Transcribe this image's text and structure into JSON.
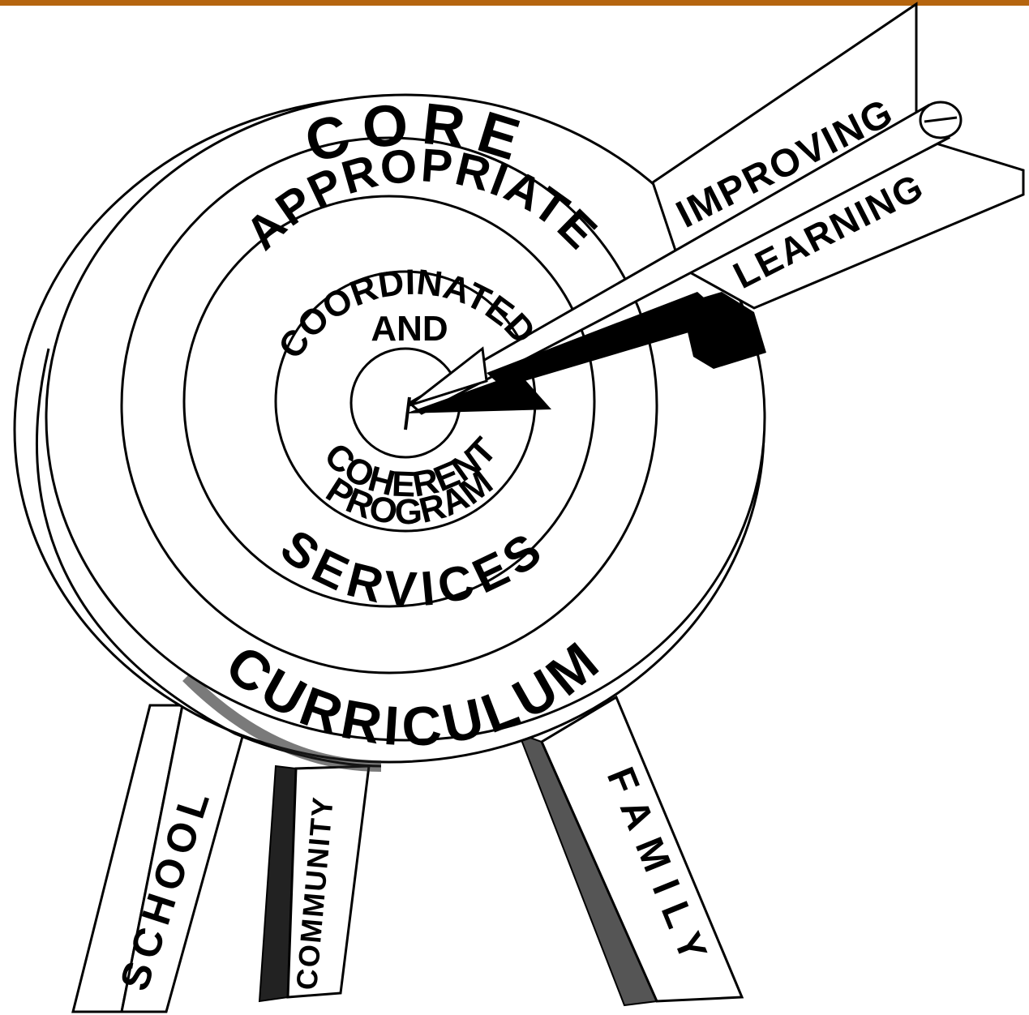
{
  "colors": {
    "top_bar": "#b5650f",
    "ink": "#000000",
    "paper": "#ffffff"
  },
  "rings": {
    "outer": "CORE",
    "second": "APPROPRIATE",
    "third_top": "COORDINATED",
    "third_middle": "AND",
    "third_lower": "COHERENT",
    "third_bottom": "PROGRAM",
    "second_bottom": "SERVICES",
    "outer_bottom": "CURRICULUM"
  },
  "arrow": {
    "fletching_top": "IMPROVING",
    "fletching_bottom": "LEARNING"
  },
  "legs": {
    "left": "SCHOOL",
    "middle": "COMMUNITY",
    "right": "FAMILY"
  }
}
